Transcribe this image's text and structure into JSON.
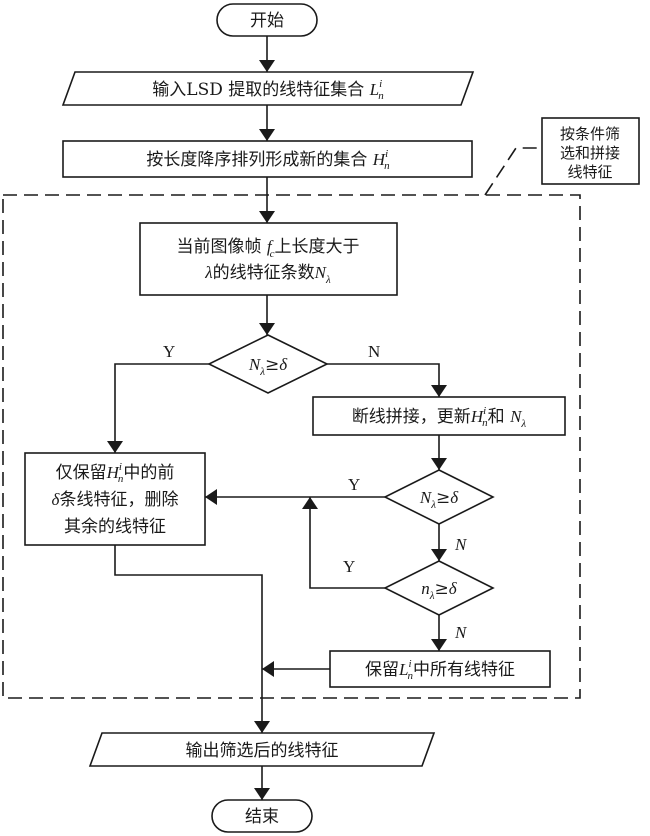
{
  "nodes": {
    "start": {
      "label": "开始"
    },
    "input": {
      "prefix": "输入LSD 提取的线特征集合 ",
      "var": "L",
      "sup": "i",
      "sub": "n"
    },
    "sort": {
      "prefix": "按长度降序排列形成新的集合 ",
      "var": "H",
      "sup": "i",
      "sub": "n"
    },
    "count": {
      "line1_prefix": "当前图像帧 ",
      "line1_var": "f",
      "line1_sub": "c",
      "line1_suffix": "上长度大于",
      "line2_var": "λ",
      "line2_mid": "的线特征条数",
      "line2_var2": "N",
      "line2_sub": "λ"
    },
    "cond1": {
      "var": "N",
      "sub": "λ",
      "op": "≥",
      "rhs": "δ"
    },
    "splice": {
      "prefix": "断线拼接，更新",
      "var": "H",
      "sup": "i",
      "sub": "n",
      "mid": "和 ",
      "var2": "N",
      "sub2": "λ"
    },
    "cond2": {
      "var": "N",
      "sub": "λ",
      "op": "≥",
      "rhs": "δ"
    },
    "cond3": {
      "var": "n",
      "sub": "λ",
      "op": "≥",
      "rhs": "δ"
    },
    "keep_top": {
      "line1_prefix": "仅保留",
      "line1_var": "H",
      "line1_sup": "i",
      "line1_sub": "n",
      "line1_suffix": "中的前",
      "line2_var": "δ",
      "line2_text": "条线特征，删除",
      "line3_text": "其余的线特征"
    },
    "keep_all": {
      "prefix": "保留",
      "var": "L",
      "sup": "i",
      "sub": "n",
      "suffix": "中所有线特征"
    },
    "output": {
      "label": "输出筛选后的线特征"
    },
    "end": {
      "label": "结束"
    }
  },
  "annotation": {
    "lines": [
      "按条件筛",
      "选和拼接",
      "线特征"
    ]
  },
  "branches": {
    "c1_yes": "Y",
    "c1_no": "N",
    "c2_yes": "Y",
    "c2_no": "N",
    "c3_yes": "Y",
    "c3_no": "N"
  }
}
